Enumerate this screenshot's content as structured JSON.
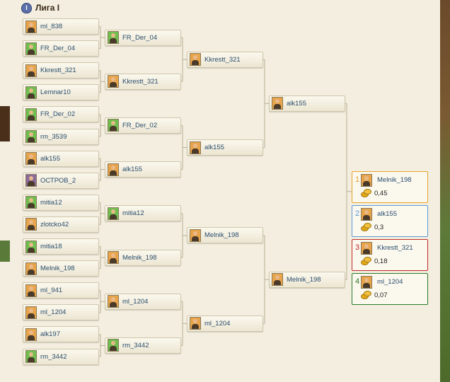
{
  "league": {
    "title": "Лига I",
    "icon_text": "I"
  },
  "colors": {
    "gold": "#e8a42a",
    "blue": "#5a9ad8",
    "red": "#c02a2a",
    "green": "#2a7a2a",
    "line": "#b8ae96"
  },
  "round1": [
    {
      "name": "ml_838",
      "avatar": "orange"
    },
    {
      "name": "FR_Der_04",
      "avatar": "green"
    },
    {
      "name": "Kkrestt_321",
      "avatar": "orange"
    },
    {
      "name": "Lemnar10",
      "avatar": "green"
    },
    {
      "name": "FR_Der_02",
      "avatar": "green"
    },
    {
      "name": "rm_3539",
      "avatar": "green"
    },
    {
      "name": "alk155",
      "avatar": "orange"
    },
    {
      "name": "ОСТРОВ_2",
      "avatar": "purple"
    },
    {
      "name": "mitia12",
      "avatar": "green"
    },
    {
      "name": "zlotcko42",
      "avatar": "orange"
    },
    {
      "name": "mitia18",
      "avatar": "green"
    },
    {
      "name": "Melnik_198",
      "avatar": "orange"
    },
    {
      "name": "ml_941",
      "avatar": "orange"
    },
    {
      "name": "ml_1204",
      "avatar": "orange"
    },
    {
      "name": "alk197",
      "avatar": "orange"
    },
    {
      "name": "rm_3442",
      "avatar": "green"
    }
  ],
  "round2": [
    {
      "name": "FR_Der_04",
      "avatar": "green"
    },
    {
      "name": "Kkrestt_321",
      "avatar": "orange"
    },
    {
      "name": "FR_Der_02",
      "avatar": "green"
    },
    {
      "name": "alk155",
      "avatar": "orange"
    },
    {
      "name": "mitia12",
      "avatar": "green"
    },
    {
      "name": "Melnik_198",
      "avatar": "orange"
    },
    {
      "name": "ml_1204",
      "avatar": "orange"
    },
    {
      "name": "rm_3442",
      "avatar": "green"
    }
  ],
  "round3": [
    {
      "name": "Kkrestt_321",
      "avatar": "orange"
    },
    {
      "name": "alk155",
      "avatar": "orange"
    },
    {
      "name": "Melnik_198",
      "avatar": "orange"
    },
    {
      "name": "ml_1204",
      "avatar": "orange"
    }
  ],
  "round4": [
    {
      "name": "alk155",
      "avatar": "orange"
    },
    {
      "name": "Melnik_198",
      "avatar": "orange"
    }
  ],
  "results": [
    {
      "place": "1",
      "name": "Melnik_198",
      "prize": "0,45",
      "color": "#e8a42a",
      "avatar": "orange"
    },
    {
      "place": "2",
      "name": "alk155",
      "prize": "0,3",
      "color": "#5a9ad8",
      "avatar": "orange"
    },
    {
      "place": "3",
      "name": "Kkrestt_321",
      "prize": "0,18",
      "color": "#c02a2a",
      "avatar": "orange"
    },
    {
      "place": "4",
      "name": "ml_1204",
      "prize": "0,07",
      "color": "#2a7a2a",
      "avatar": "orange"
    }
  ]
}
